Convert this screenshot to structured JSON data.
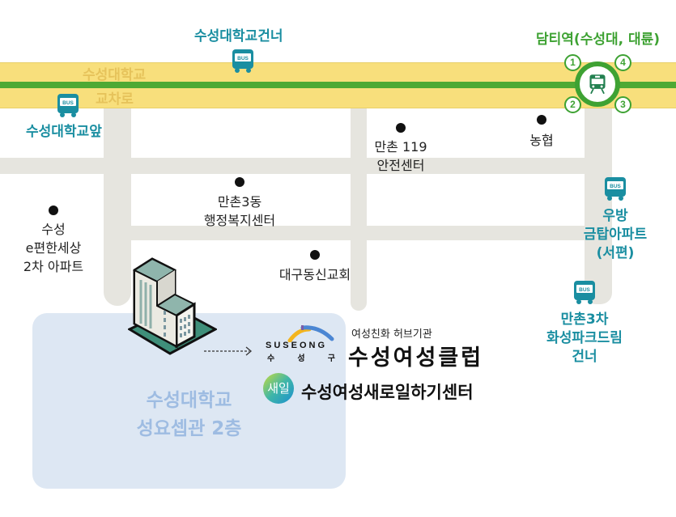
{
  "map": {
    "main_road": {
      "line1": "수성대학교",
      "line2": "교차로"
    },
    "station": {
      "name": "담티역(수성대, 대륜)",
      "exits": [
        "1",
        "2",
        "3",
        "4"
      ]
    },
    "bus_stops": [
      {
        "label": "수성대학교건너"
      },
      {
        "label": "수성대학교앞"
      },
      {
        "label_lines": [
          "우방",
          "금탑아파트",
          "(서편)"
        ]
      },
      {
        "label_lines": [
          "만촌3차",
          "화성파크드림",
          "건너"
        ]
      }
    ],
    "bus_icon_text": "BUS",
    "landmarks": [
      {
        "lines": [
          "만촌 119",
          "안전센터"
        ]
      },
      {
        "lines": [
          "농협"
        ]
      },
      {
        "lines": [
          "만촌3동",
          "행정복지센터"
        ]
      },
      {
        "lines": [
          "수성",
          "e편한세상",
          "2차 아파트"
        ]
      },
      {
        "lines": [
          "대구동신교회"
        ]
      }
    ],
    "destination": {
      "campus_lines": [
        "수성대학교",
        "성요셉관 2층"
      ],
      "logo_text": "SUSEONG",
      "logo_sub": [
        "수",
        "성",
        "구"
      ],
      "tagline": "여성친화 허브기관",
      "org_name": "수성여성클럽",
      "saeil_logo": "새일",
      "center_name": "수성여성새로일하기센터"
    },
    "colors": {
      "bus_teal": "#1a8ea1",
      "station_green": "#3ea233",
      "main_road_yellow": "#f8df7c",
      "campus_blue": "#dde7f3"
    }
  }
}
